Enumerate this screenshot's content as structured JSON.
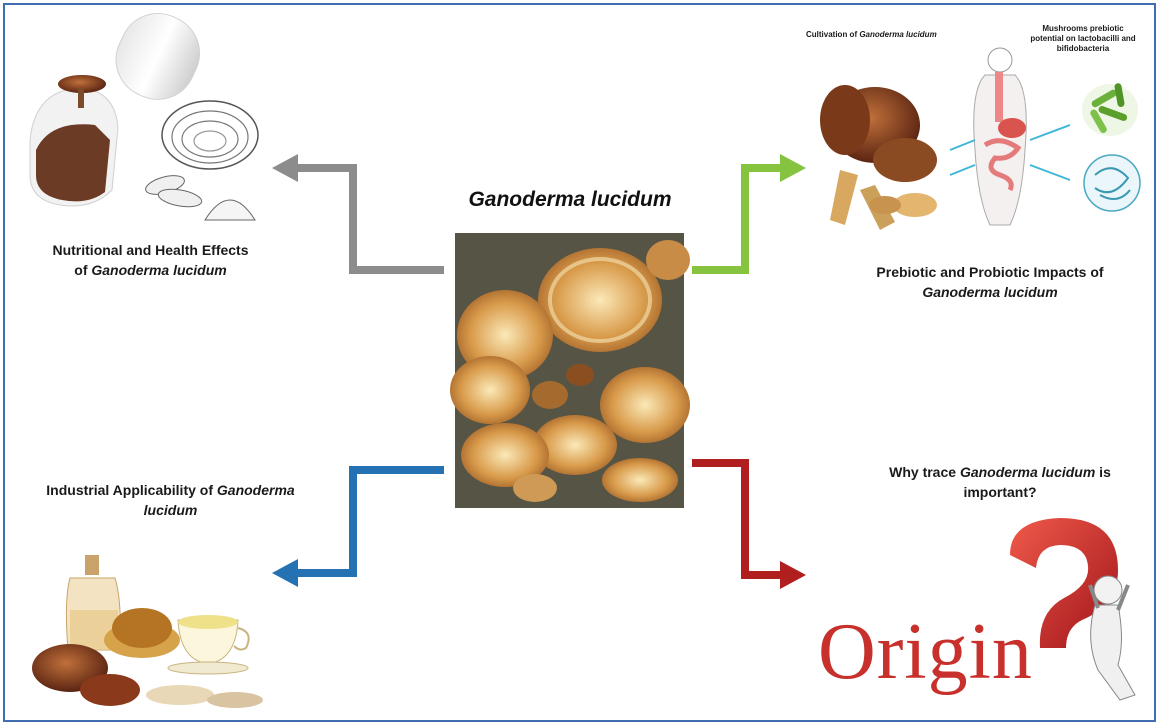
{
  "center": {
    "title": "Ganoderma lucidum"
  },
  "top_left": {
    "line1": "Nutritional and Health Effects",
    "line2_prefix": "of ",
    "line2_species": "Ganoderma lucidum"
  },
  "top_right": {
    "line1": "Prebiotic and Probiotic Impacts of",
    "line2_species": "Ganoderma lucidum",
    "small_label_left_prefix": "Cultivation of ",
    "small_label_left_species": "Ganoderma lucidum",
    "small_label_right_1": "Mushrooms prebiotic",
    "small_label_right_2": "potential on lactobacilli and",
    "small_label_right_3": "bifidobacteria"
  },
  "bottom_left": {
    "line1_prefix": "Industrial Applicability of ",
    "line1_species": "Ganoderma",
    "line2_species": "lucidum"
  },
  "bottom_right": {
    "line1_prefix": "Why trace ",
    "line1_species": "Ganoderma lucidum",
    "line1_suffix": " is",
    "line2": "important?",
    "origin_word": "Origin",
    "question_mark": "?"
  },
  "colors": {
    "frame": "#3f6eb3",
    "arrow_top_left": "#8c8c8c",
    "arrow_top_right": "#86c440",
    "arrow_bottom_left": "#2471b3",
    "arrow_bottom_right": "#b01e1e",
    "origin_red": "#c8302c"
  },
  "icons": [
    "capsule-with-mushroom-icon",
    "mushroom-sketch-icon",
    "dried-mushroom-slices-icon",
    "human-digestive-system-icon",
    "lactobacilli-bacteria-icon",
    "bifidobacteria-icon",
    "oil-bottle-icon",
    "tea-cup-icon",
    "mushroom-powder-bowl-icon",
    "thinking-person-icon"
  ]
}
